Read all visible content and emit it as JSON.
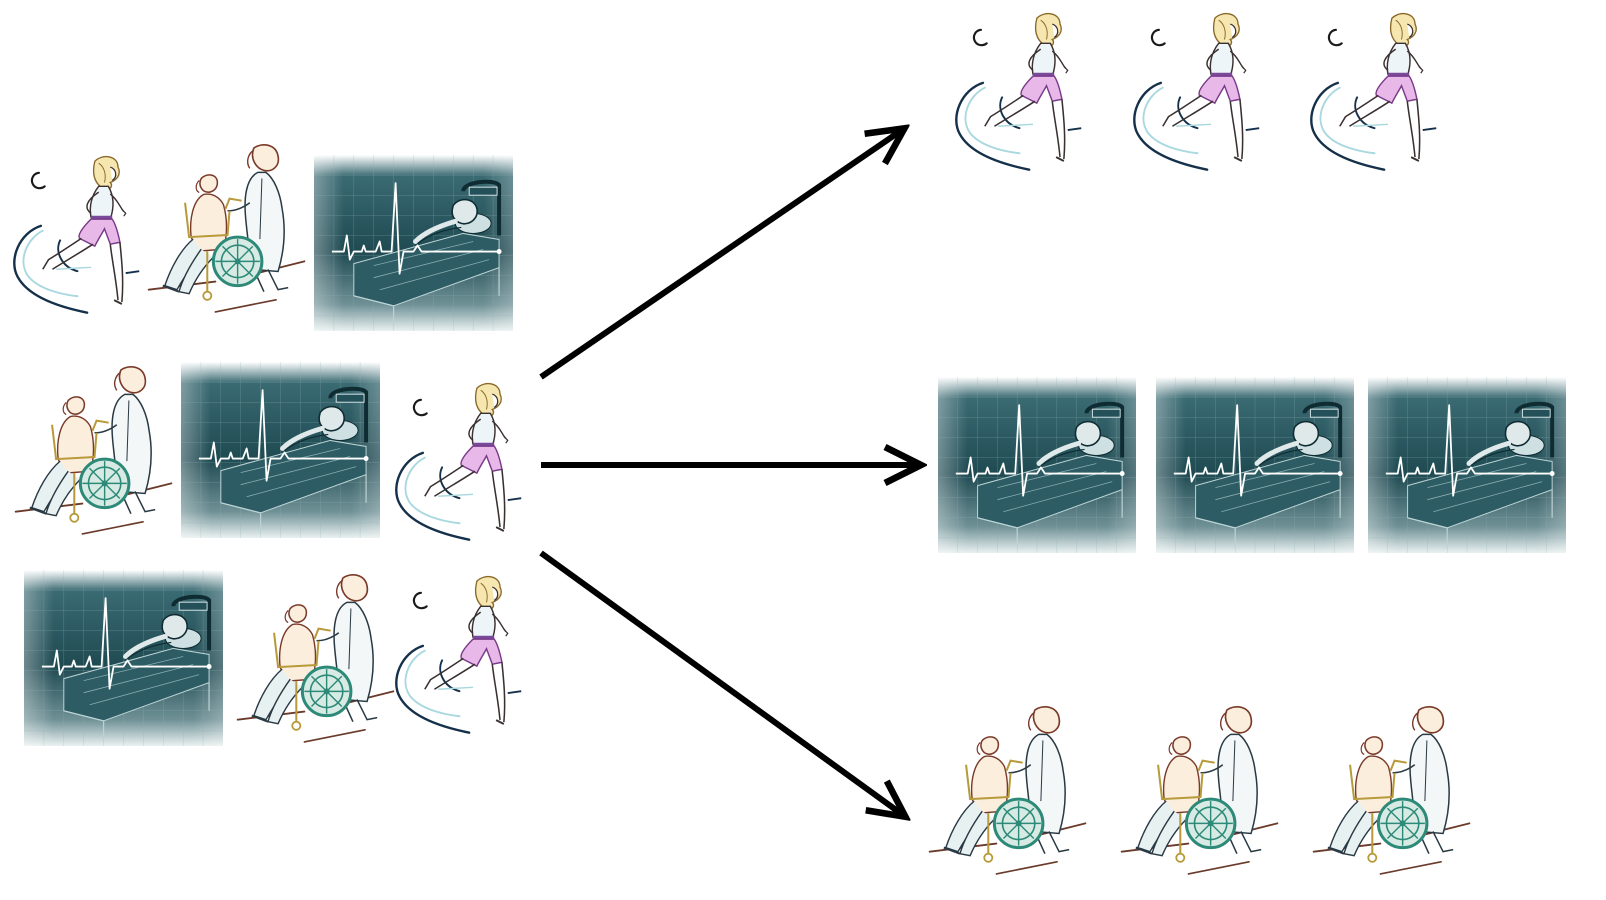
{
  "diagram": {
    "source_group": {
      "rows": [
        [
          "runner",
          "wheelchair-with-caregiver",
          "hospital-bed-ecg"
        ],
        [
          "wheelchair-with-caregiver",
          "hospital-bed-ecg",
          "runner"
        ],
        [
          "hospital-bed-ecg",
          "wheelchair-with-caregiver",
          "runner"
        ]
      ]
    },
    "target_groups": [
      {
        "kind": "runner",
        "count": 3
      },
      {
        "kind": "hospital-bed-ecg",
        "count": 3
      },
      {
        "kind": "wheelchair-with-caregiver",
        "count": 3
      }
    ],
    "arrow_count": 3,
    "colors": {
      "arrow": "#000000",
      "ecg_dark": "#1f4a52",
      "ecg_light": "#e6efef",
      "runner_pink": "#c058a8",
      "wheelchair_teal": "#2e8a78",
      "outline": "#3a3030"
    }
  }
}
